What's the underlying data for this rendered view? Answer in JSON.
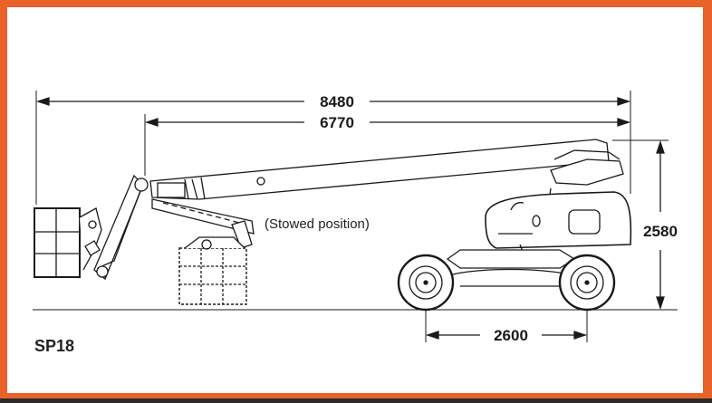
{
  "diagram": {
    "model": "SP18",
    "stowed_label": "(Stowed position)",
    "dimensions": {
      "overall_length": "8480",
      "boom_length": "6770",
      "height": "2580",
      "wheelbase": "2600"
    }
  },
  "colors": {
    "frame": "#e8622a",
    "outer_background": "#2a2a2a",
    "panel": "#ffffff",
    "line": "#1a1a1a"
  }
}
